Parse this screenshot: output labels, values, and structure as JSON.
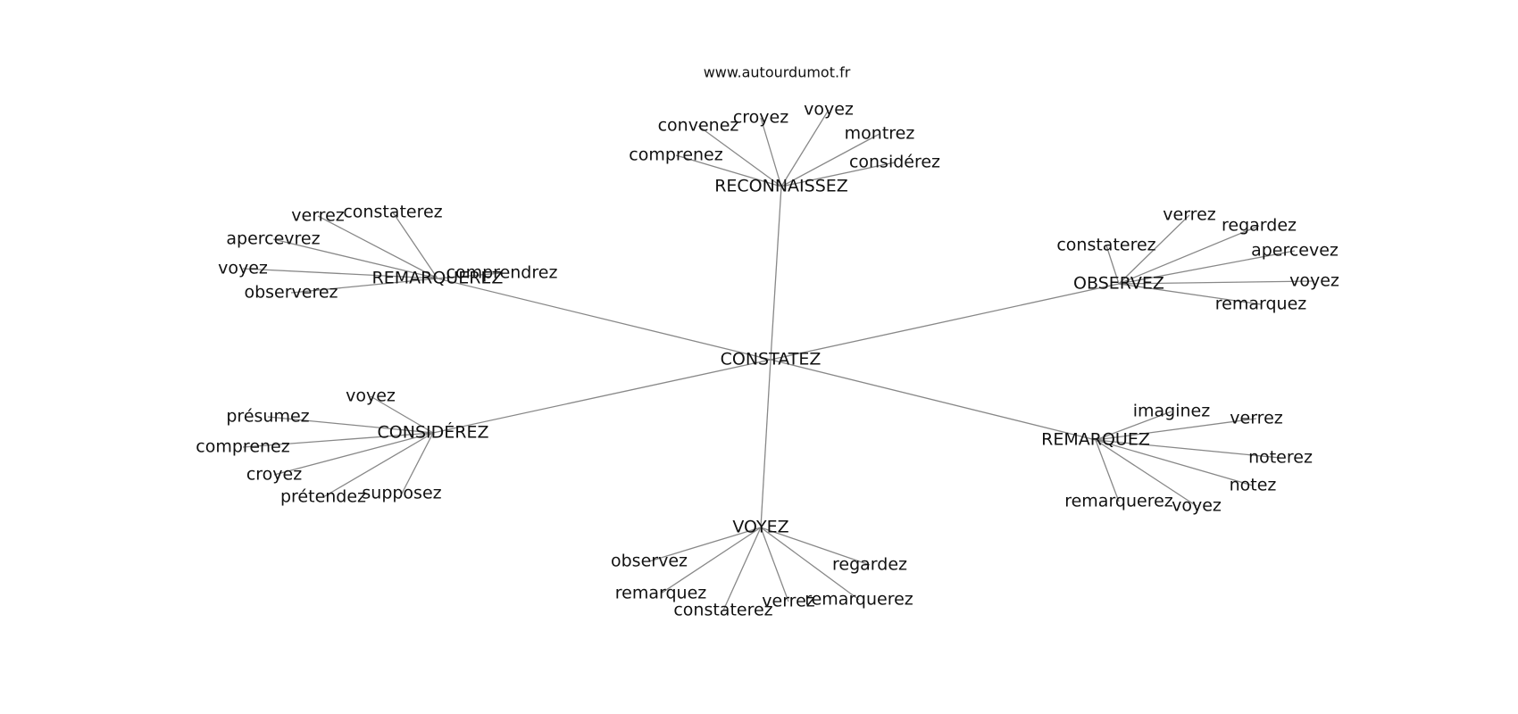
{
  "source_label": "www.autourdumot.fr",
  "colors": {
    "edge": "#888888",
    "text": "#111111",
    "background": "#ffffff"
  },
  "graph": {
    "root": "CONSTATEZ",
    "clusters": [
      {
        "label": "RECONNAISSEZ",
        "children": [
          "convenez",
          "croyez",
          "voyez",
          "montrez",
          "comprenez",
          "considérez"
        ]
      },
      {
        "label": "REMARQUEREZ",
        "children": [
          "verrez",
          "constaterez",
          "apercevrez",
          "voyez",
          "observerez",
          "comprendrez"
        ]
      },
      {
        "label": "OBSERVEZ",
        "children": [
          "verrez",
          "regardez",
          "constaterez",
          "apercevez",
          "voyez",
          "remarquez"
        ]
      },
      {
        "label": "CONSIDÉREZ",
        "children": [
          "voyez",
          "présumez",
          "comprenez",
          "croyez",
          "prétendez",
          "supposez"
        ]
      },
      {
        "label": "REMARQUEZ",
        "children": [
          "imaginez",
          "verrez",
          "noterez",
          "notez",
          "remarquerez",
          "voyez"
        ]
      },
      {
        "label": "VOYEZ",
        "children": [
          "observez",
          "regardez",
          "remarquez",
          "constaterez",
          "verrez",
          "remarquerez"
        ]
      }
    ]
  }
}
